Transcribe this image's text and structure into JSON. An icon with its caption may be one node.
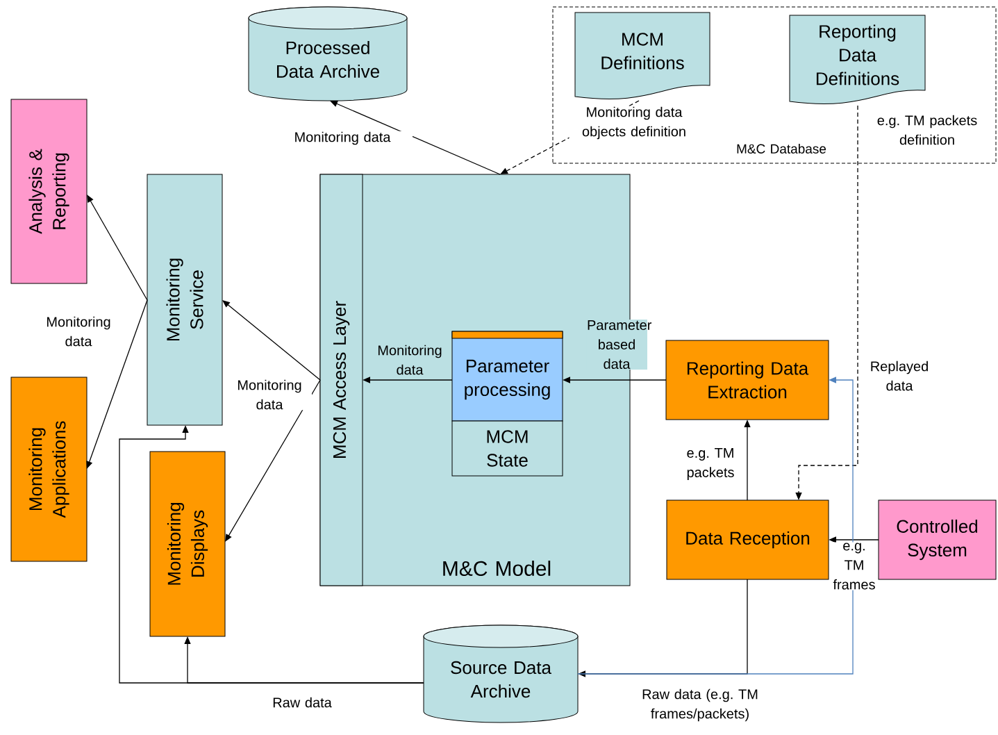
{
  "diagram": {
    "nodes": [
      {
        "text": [
          "Processed Data Archive"
        ]
      },
      {
        "text": [
          "M&C Database"
        ]
      },
      {
        "text": [
          "MCM Definitions"
        ],
        "in": 1
      },
      {
        "text": [
          "Reporting Data Definitions"
        ],
        "in": 1
      },
      {
        "text": [
          "Analysis & Reporting"
        ]
      },
      {
        "text": [
          "Monitoring Applications"
        ]
      },
      {
        "text": [
          "Monitoring Service"
        ]
      },
      {
        "text": [
          "Monitoring Displays"
        ]
      },
      {
        "text": [
          "M&C Model"
        ]
      },
      {
        "text": [
          "MCM Access Layer"
        ],
        "in": 8
      },
      {
        "text": [
          "Parameter processing"
        ],
        "in": 8
      },
      {
        "text": [
          "MCM State"
        ],
        "in": 8
      },
      {
        "text": [
          "Reporting Data Extraction"
        ]
      },
      {
        "text": [
          "Data Reception"
        ]
      },
      {
        "text": [
          "Controlled System"
        ]
      },
      {
        "text": [
          "Source Data Archive"
        ]
      }
    ],
    "edges": [
      {
        "from": 8,
        "to": 0,
        "arrow": "to",
        "label": "Monitoring data"
      },
      {
        "from": 2,
        "to": 8,
        "arrow": "to",
        "style": "dashed",
        "label": "Monitoring data objects definition"
      },
      {
        "from": 3,
        "to": 13,
        "arrow": "to",
        "style": "dashed",
        "label": "e.g. TM packets definition"
      },
      {
        "from": 6,
        "to": 4,
        "arrow": "to",
        "label": "Monitoring data"
      },
      {
        "from": 6,
        "to": 5,
        "arrow": "to"
      },
      {
        "from": 9,
        "to": 6,
        "arrow": "to",
        "label": "Monitoring data"
      },
      {
        "from": 9,
        "to": 7,
        "arrow": "to"
      },
      {
        "from": 10,
        "to": 9,
        "arrow": "to",
        "label": "Monitoring data"
      },
      {
        "from": 12,
        "to": 10,
        "arrow": "to",
        "label": "Parameter based data"
      },
      {
        "from": 13,
        "to": 12,
        "arrow": "to",
        "label": "e.g. TM packets"
      },
      {
        "from": 14,
        "to": 13,
        "arrow": "to",
        "label": "e.g. TM frames"
      },
      {
        "from": 13,
        "to": 15,
        "arrow": "to",
        "label": "Raw data (e.g. TM frames/packets)"
      },
      {
        "from": 15,
        "to": 12,
        "arrow": "to",
        "color": "#4f81bd",
        "label": "Replayed data"
      },
      {
        "from": 15,
        "to": 7,
        "arrow": "to",
        "label": "Raw data"
      },
      {
        "from": 15,
        "to": 6,
        "arrow": "to"
      }
    ]
  }
}
